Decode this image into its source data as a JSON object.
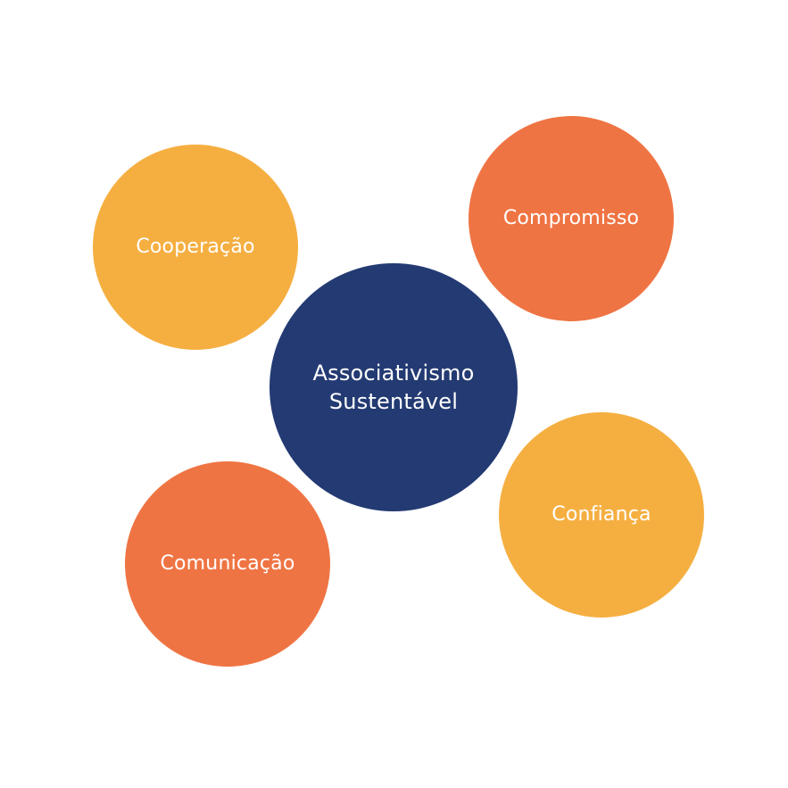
{
  "diagram": {
    "center": {
      "label": "Associativismo Sustentável",
      "color": "#233a73"
    },
    "nodes": [
      {
        "id": "cooperacao",
        "label": "Cooperação",
        "color": "#f5af41"
      },
      {
        "id": "compromisso",
        "label": "Compromisso",
        "color": "#ef7443"
      },
      {
        "id": "confianca",
        "label": "Confiança",
        "color": "#f5af41"
      },
      {
        "id": "comunicacao",
        "label": "Comunicação",
        "color": "#ef7443"
      }
    ]
  }
}
